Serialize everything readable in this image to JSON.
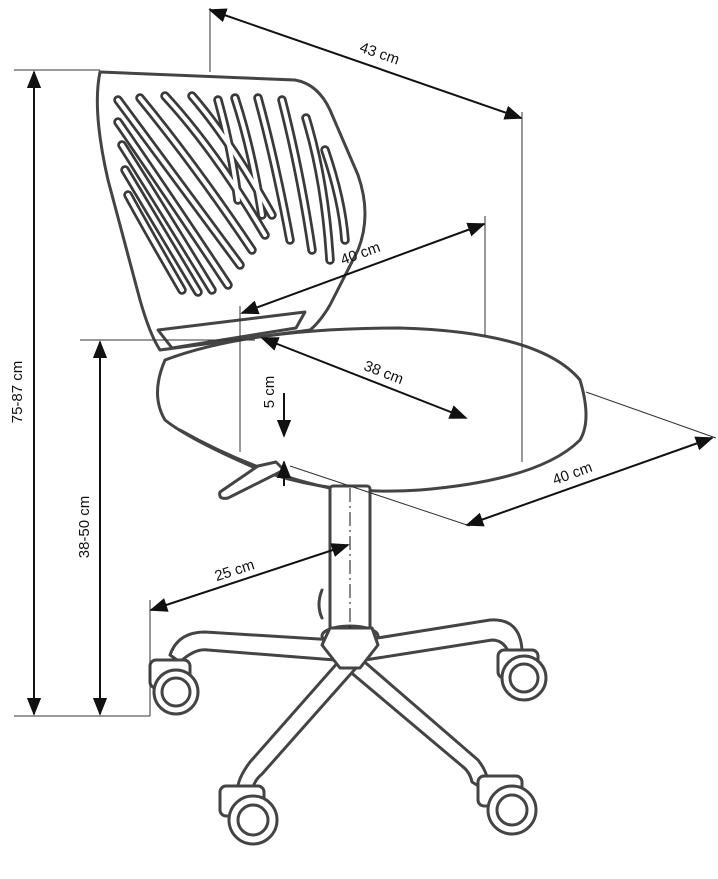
{
  "diagram": {
    "dimensions": {
      "backrest_depth": "43 cm",
      "backrest_width": "40 cm",
      "seat_depth": "38 cm",
      "seat_width": "40 cm",
      "seat_thickness": "5 cm",
      "total_height": "75-87 cm",
      "seat_height": "38-50 cm",
      "base_radius": "25 cm"
    }
  }
}
